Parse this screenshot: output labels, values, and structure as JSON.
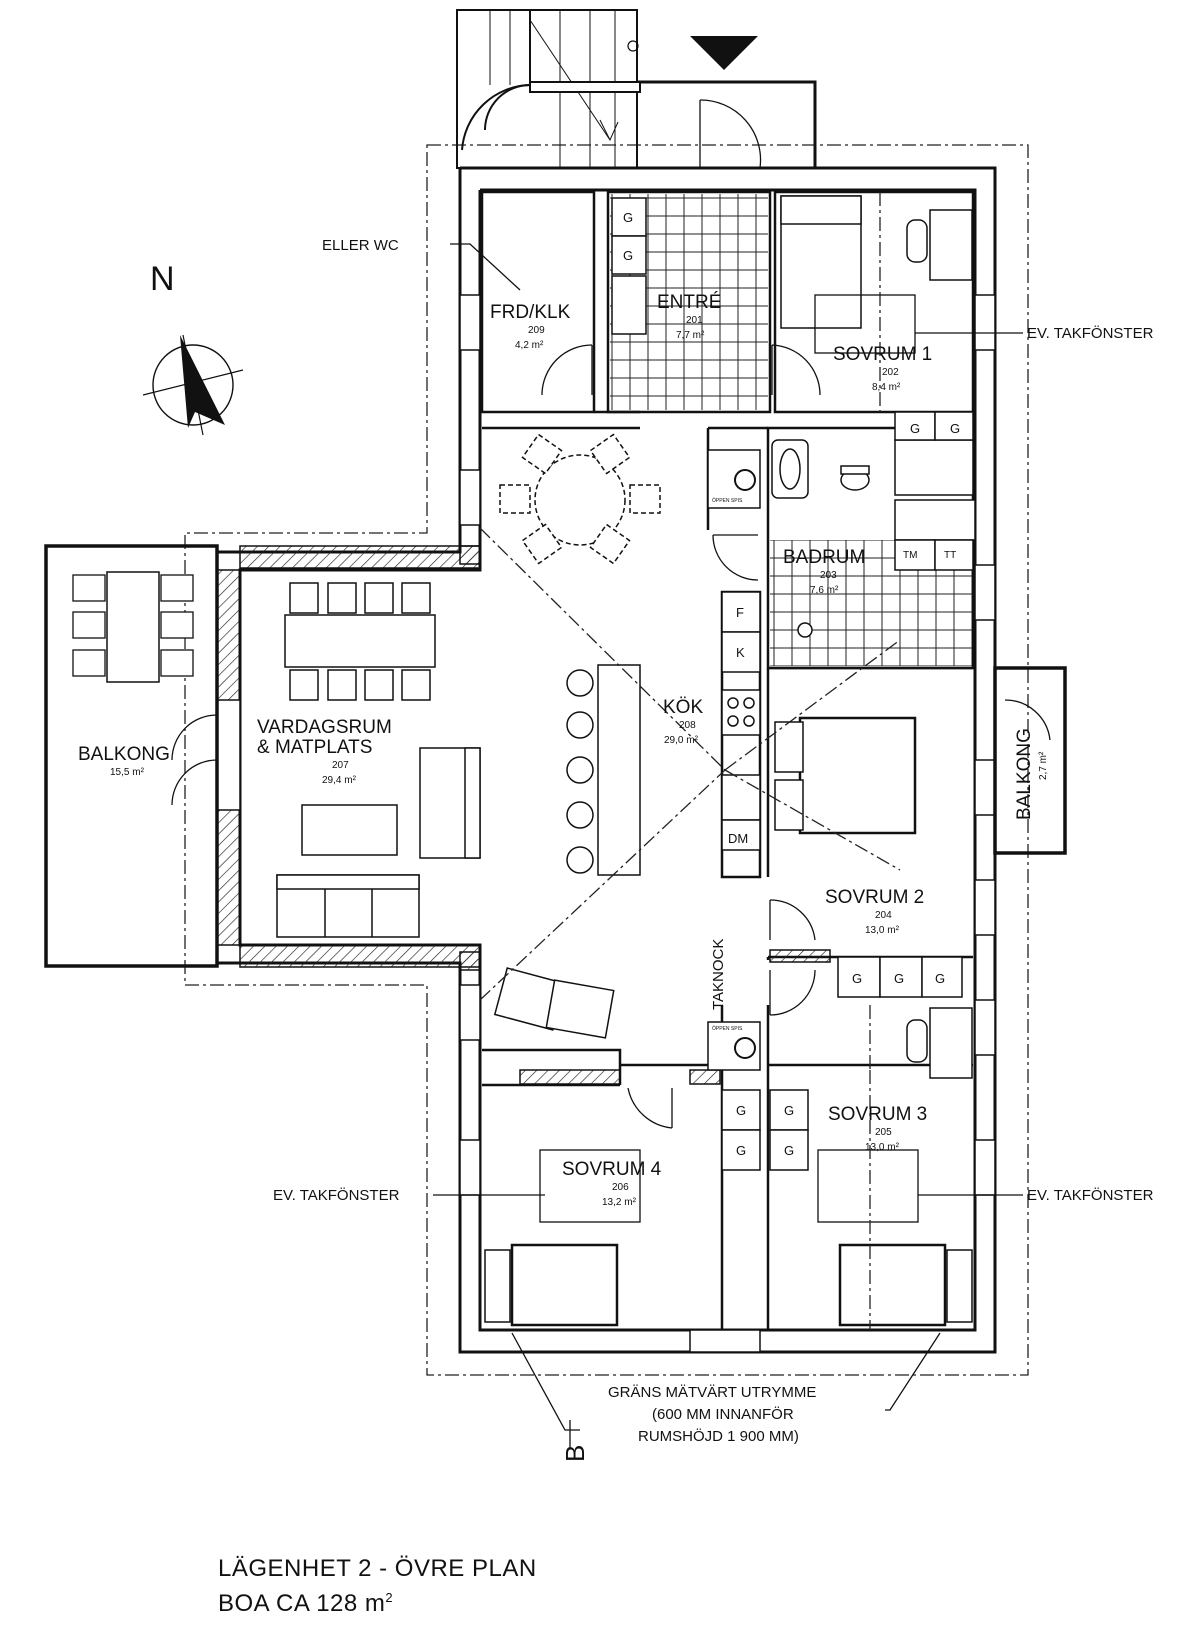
{
  "compass": {
    "north_label": "N"
  },
  "rooms": [
    {
      "id": "frd",
      "name": "FRD/KLK",
      "number": "209",
      "area": "4,2 m²"
    },
    {
      "id": "entre",
      "name": "ENTRÉ",
      "number": "201",
      "area": "7,7 m²"
    },
    {
      "id": "sovrum1",
      "name": "SOVRUM 1",
      "number": "202",
      "area": "8,4 m²"
    },
    {
      "id": "badrum",
      "name": "BADRUM",
      "number": "203",
      "area": "7,6 m²"
    },
    {
      "id": "vardagsrum_line1",
      "name": "VARDAGSRUM"
    },
    {
      "id": "vardagsrum",
      "name": "& MATPLATS",
      "number": "207",
      "area": "29,4 m²"
    },
    {
      "id": "kok",
      "name": "KÖK",
      "number": "208",
      "area": "29,0 m²"
    },
    {
      "id": "balkong_west",
      "name": "BALKONG",
      "area": "15,5 m²"
    },
    {
      "id": "balkong_east",
      "name": "BALKONG",
      "area": "2,7 m²"
    },
    {
      "id": "sovrum2",
      "name": "SOVRUM 2",
      "number": "204",
      "area": "13,0 m²"
    },
    {
      "id": "sovrum3",
      "name": "SOVRUM 3",
      "number": "205",
      "area": "13,0 m²"
    },
    {
      "id": "sovrum4",
      "name": "SOVRUM 4",
      "number": "206",
      "area": "13,2 m²"
    }
  ],
  "annotations": {
    "eller_wc": "ELLER WC",
    "takfonster": "EV. TAKFÖNSTER",
    "taknock": "TAKNOCK",
    "grans_line1": "GRÄNS MÄTVÄRT UTRYMME",
    "grans_line2": "(600 MM INNANFÖR",
    "grans_line3": "RUMSHÖJD 1 900 MM)",
    "section": "B"
  },
  "fixtures": {
    "g": "G",
    "f": "F",
    "k": "K",
    "dm": "DM",
    "tm": "TM",
    "tt": "TT",
    "open_fire": "ÖPPEN SPIS"
  },
  "title": {
    "line1": "LÄGENHET 2 - ÖVRE PLAN",
    "line2_prefix": "BOA CA 128 m",
    "line2_sup": "2"
  }
}
